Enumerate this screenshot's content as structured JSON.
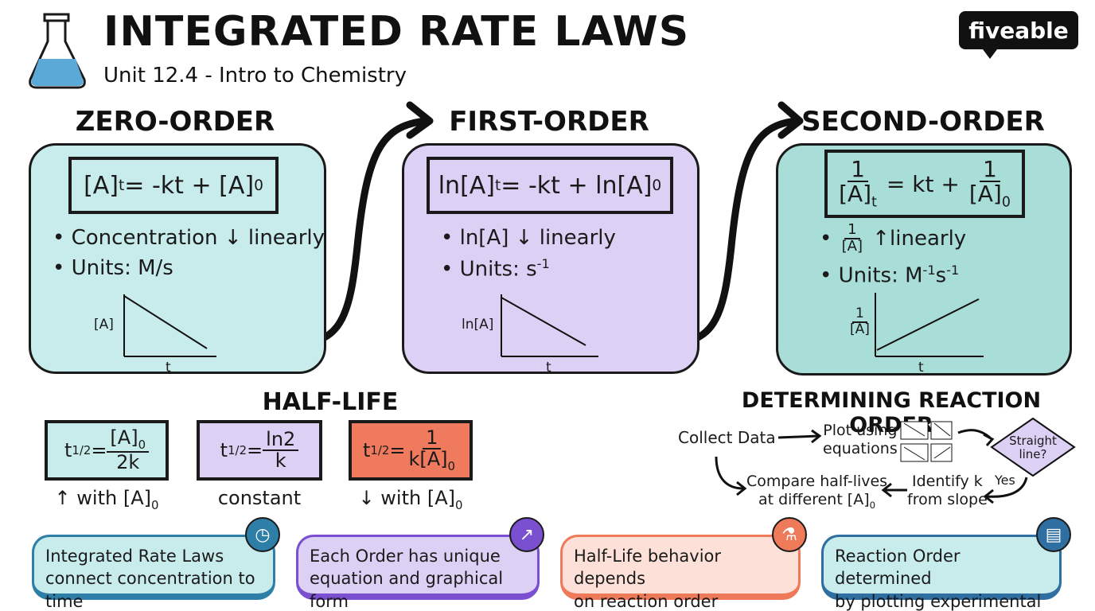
{
  "header": {
    "title": "INTEGRATED RATE LAWS",
    "subtitle": "Unit 12.4 - Intro to Chemistry",
    "logo_text": "fiveable",
    "icon": "flask-icon"
  },
  "orders": [
    {
      "heading": "ZERO-ORDER",
      "equation": {
        "lhs": "[A]",
        "lhs_sub": "t",
        "mid": " = -kt + [A]",
        "rhs_sub": "0"
      },
      "bullet1": {
        "pre": "Concentration ",
        "arrow": "↓",
        "post": " linearly"
      },
      "bullet2": {
        "pre": "Units: M/s",
        "sup": ""
      },
      "graph": {
        "ylabel": "[A]",
        "xlabel": "t",
        "trend": "decreasing"
      },
      "color": "#c8ecec"
    },
    {
      "heading": "FIRST-ORDER",
      "equation": {
        "lhs": "ln[A]",
        "lhs_sub": "t",
        "mid": " = -kt + ln[A]",
        "rhs_sub": "0"
      },
      "bullet1": {
        "pre": "ln[A] ",
        "arrow": "↓",
        "post": " linearly"
      },
      "bullet2": {
        "pre": "Units: s",
        "sup": "-1"
      },
      "graph": {
        "ylabel": "ln[A]",
        "xlabel": "t",
        "trend": "decreasing"
      },
      "color": "#ddd0f5"
    },
    {
      "heading": "SECOND-ORDER",
      "equation": {
        "num1": "1",
        "den1": "[A]",
        "den1_sub": "t",
        "mid": "= kt +",
        "num2": "1",
        "den2": "[A]",
        "den2_sub": "0"
      },
      "bullet1": {
        "frac_num": "1",
        "frac_den": "[A]",
        "arrow": "↑",
        "post": " linearly"
      },
      "bullet2": {
        "pre": "Units: M",
        "sup1": "-1",
        "mid": "s",
        "sup2": "-1"
      },
      "graph": {
        "ylabel_num": "1",
        "ylabel_den": "[A]",
        "xlabel": "t",
        "trend": "increasing"
      },
      "color": "#a9ddd8"
    }
  ],
  "half_life": {
    "heading": "HALF-LIFE",
    "items": [
      {
        "lhs": "t",
        "lhs_sub": "1/2",
        "eq": " = ",
        "num": "[A]",
        "num_sub": "0",
        "den": "2k",
        "den_sub": "",
        "note": "↑ with [A]",
        "note_sub": "0",
        "color": "#c8ecec"
      },
      {
        "lhs": "t",
        "lhs_sub": "1/2",
        "eq": " = ",
        "num": "ln2",
        "num_sub": "",
        "den": "k",
        "den_sub": "",
        "note": "constant",
        "note_sub": "",
        "color": "#ddd0f5"
      },
      {
        "lhs": "t",
        "lhs_sub": "1/2",
        "eq": " = ",
        "num": "1",
        "num_sub": "",
        "den": "k[A]",
        "den_sub": "0",
        "note": "↓ with [A]",
        "note_sub": "0",
        "color": "#f07a5e"
      }
    ]
  },
  "determining": {
    "heading": "DETERMINING REACTION ORDER",
    "collect": "Collect Data",
    "plot_line1": "Plot using",
    "plot_line2": "equations",
    "diamond_line1": "Straight",
    "diamond_line2": "line?",
    "yes": "Yes",
    "identify_line1": "Identify k",
    "identify_line2": "from slope",
    "compare_line1": "Compare half-lives",
    "compare_line2": "at different [A]",
    "compare_sub": "0"
  },
  "summaries": [
    {
      "line1": "Integrated Rate Laws",
      "line2": "connect concentration to time",
      "icon": "clock-icon",
      "bg": "#c8ecec",
      "border": "#2e7fa8",
      "badge": "#2e7fa8"
    },
    {
      "line1": "Each Order has unique",
      "line2": "equation and graphical form",
      "icon": "trend-chart-icon",
      "bg": "#ddd0f5",
      "border": "#7a4fd0",
      "badge": "#7a4fd0"
    },
    {
      "line1": "Half-Life behavior depends",
      "line2": "on reaction order",
      "icon": "flask-icon",
      "bg": "#fde1d8",
      "border": "#ef7a5a",
      "badge": "#ef7a5a"
    },
    {
      "line1": "Reaction Order determined",
      "line2": "by plotting experimental data",
      "icon": "clipboard-icon",
      "bg": "#c8ecec",
      "border": "#2e6ea0",
      "badge": "#2e6ea0"
    }
  ]
}
